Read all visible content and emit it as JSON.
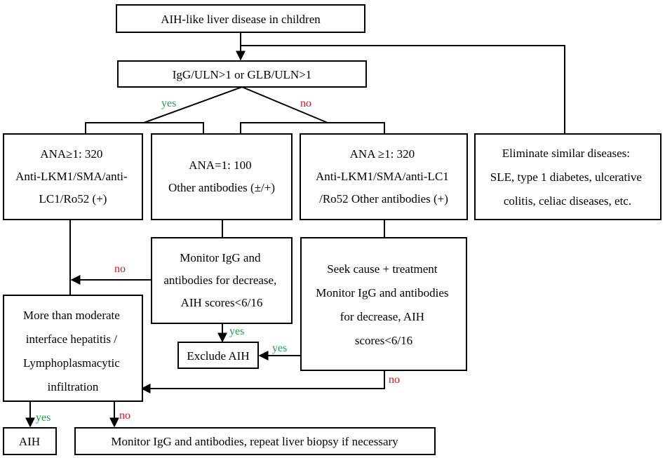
{
  "boxes": {
    "root": [
      "AIH-like liver disease in children"
    ],
    "criterion": [
      "IgG/ULN>1 or GLB/ULN>1"
    ],
    "ana_high": [
      "ANA≥1: 320",
      "Anti-LKM1/SMA/anti-",
      "LC1/Ro52 (+)"
    ],
    "ana_mid": [
      "ANA=1: 100",
      "Other antibodies (±/+)"
    ],
    "ana_high_no": [
      "ANA ≥1: 320",
      "Anti-LKM1/SMA/anti-LC1",
      "/Ro52 Other antibodies (+)"
    ],
    "eliminate": [
      "Eliminate similar diseases:",
      "SLE,  type 1 diabetes, ulcerative",
      "colitis, celiac diseases, etc."
    ],
    "monitor_mid": [
      "Monitor IgG and",
      "antibodies for decrease,",
      "AIH scores<6/16"
    ],
    "seek_cause": [
      "Seek cause + treatment",
      "Monitor IgG and antibodies",
      "for decrease, AIH",
      "scores<6/16"
    ],
    "hepatitis": [
      "More than moderate",
      "interface hepatitis /",
      "Lymphoplasmacytic",
      "infiltration"
    ],
    "exclude": [
      "Exclude AIH"
    ],
    "aih": [
      "AIH"
    ],
    "monitor_final": [
      "Monitor IgG and antibodies, repeat liver biopsy if necessary"
    ]
  },
  "labels": {
    "yes": "yes",
    "no": "no"
  },
  "colors": {
    "yes": "#1fa24a",
    "no": "#d9161c",
    "line": "#000000"
  }
}
